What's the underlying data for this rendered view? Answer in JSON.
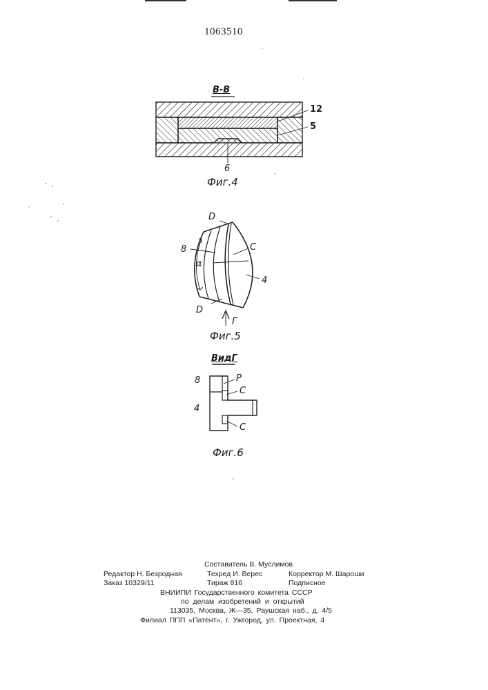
{
  "patent_number": "1063510",
  "figure4": {
    "section_label": "В-В",
    "ref_12": "12",
    "ref_5": "5",
    "ref_6": "6",
    "caption": "Фиг.4"
  },
  "figure5": {
    "ref_D_top": "D",
    "ref_8": "8",
    "ref_alpha": "α",
    "ref_C": "C",
    "ref_4": "4",
    "ref_D_bottom": "D",
    "ref_G": "Г",
    "caption": "Фиг.5"
  },
  "figure6": {
    "view_label": "ВидГ",
    "ref_8": "8",
    "ref_P": "Р",
    "ref_C_top": "С",
    "ref_4": "4",
    "ref_C_bottom": "С",
    "caption": "Фиг.6"
  },
  "footer": {
    "composer": "Составитель В. Муслимов",
    "editor": "Редактор Н. Безродная",
    "techred": "Техред И. Верес",
    "corrector": "Корректор М. Шароши",
    "order": "Заказ 10329/11",
    "circulation": "Тираж 816",
    "subscription": "Подписное",
    "org1": "ВНИИПИ Государственного комитета СССР",
    "org2": "по делам изобретений и открытий",
    "address": "113035, Москва, Ж—35, Раушская наб., д. 4/5",
    "branch": "Филиал ППП «Патент», г. Ужгород, ул. Проектная, 4"
  }
}
